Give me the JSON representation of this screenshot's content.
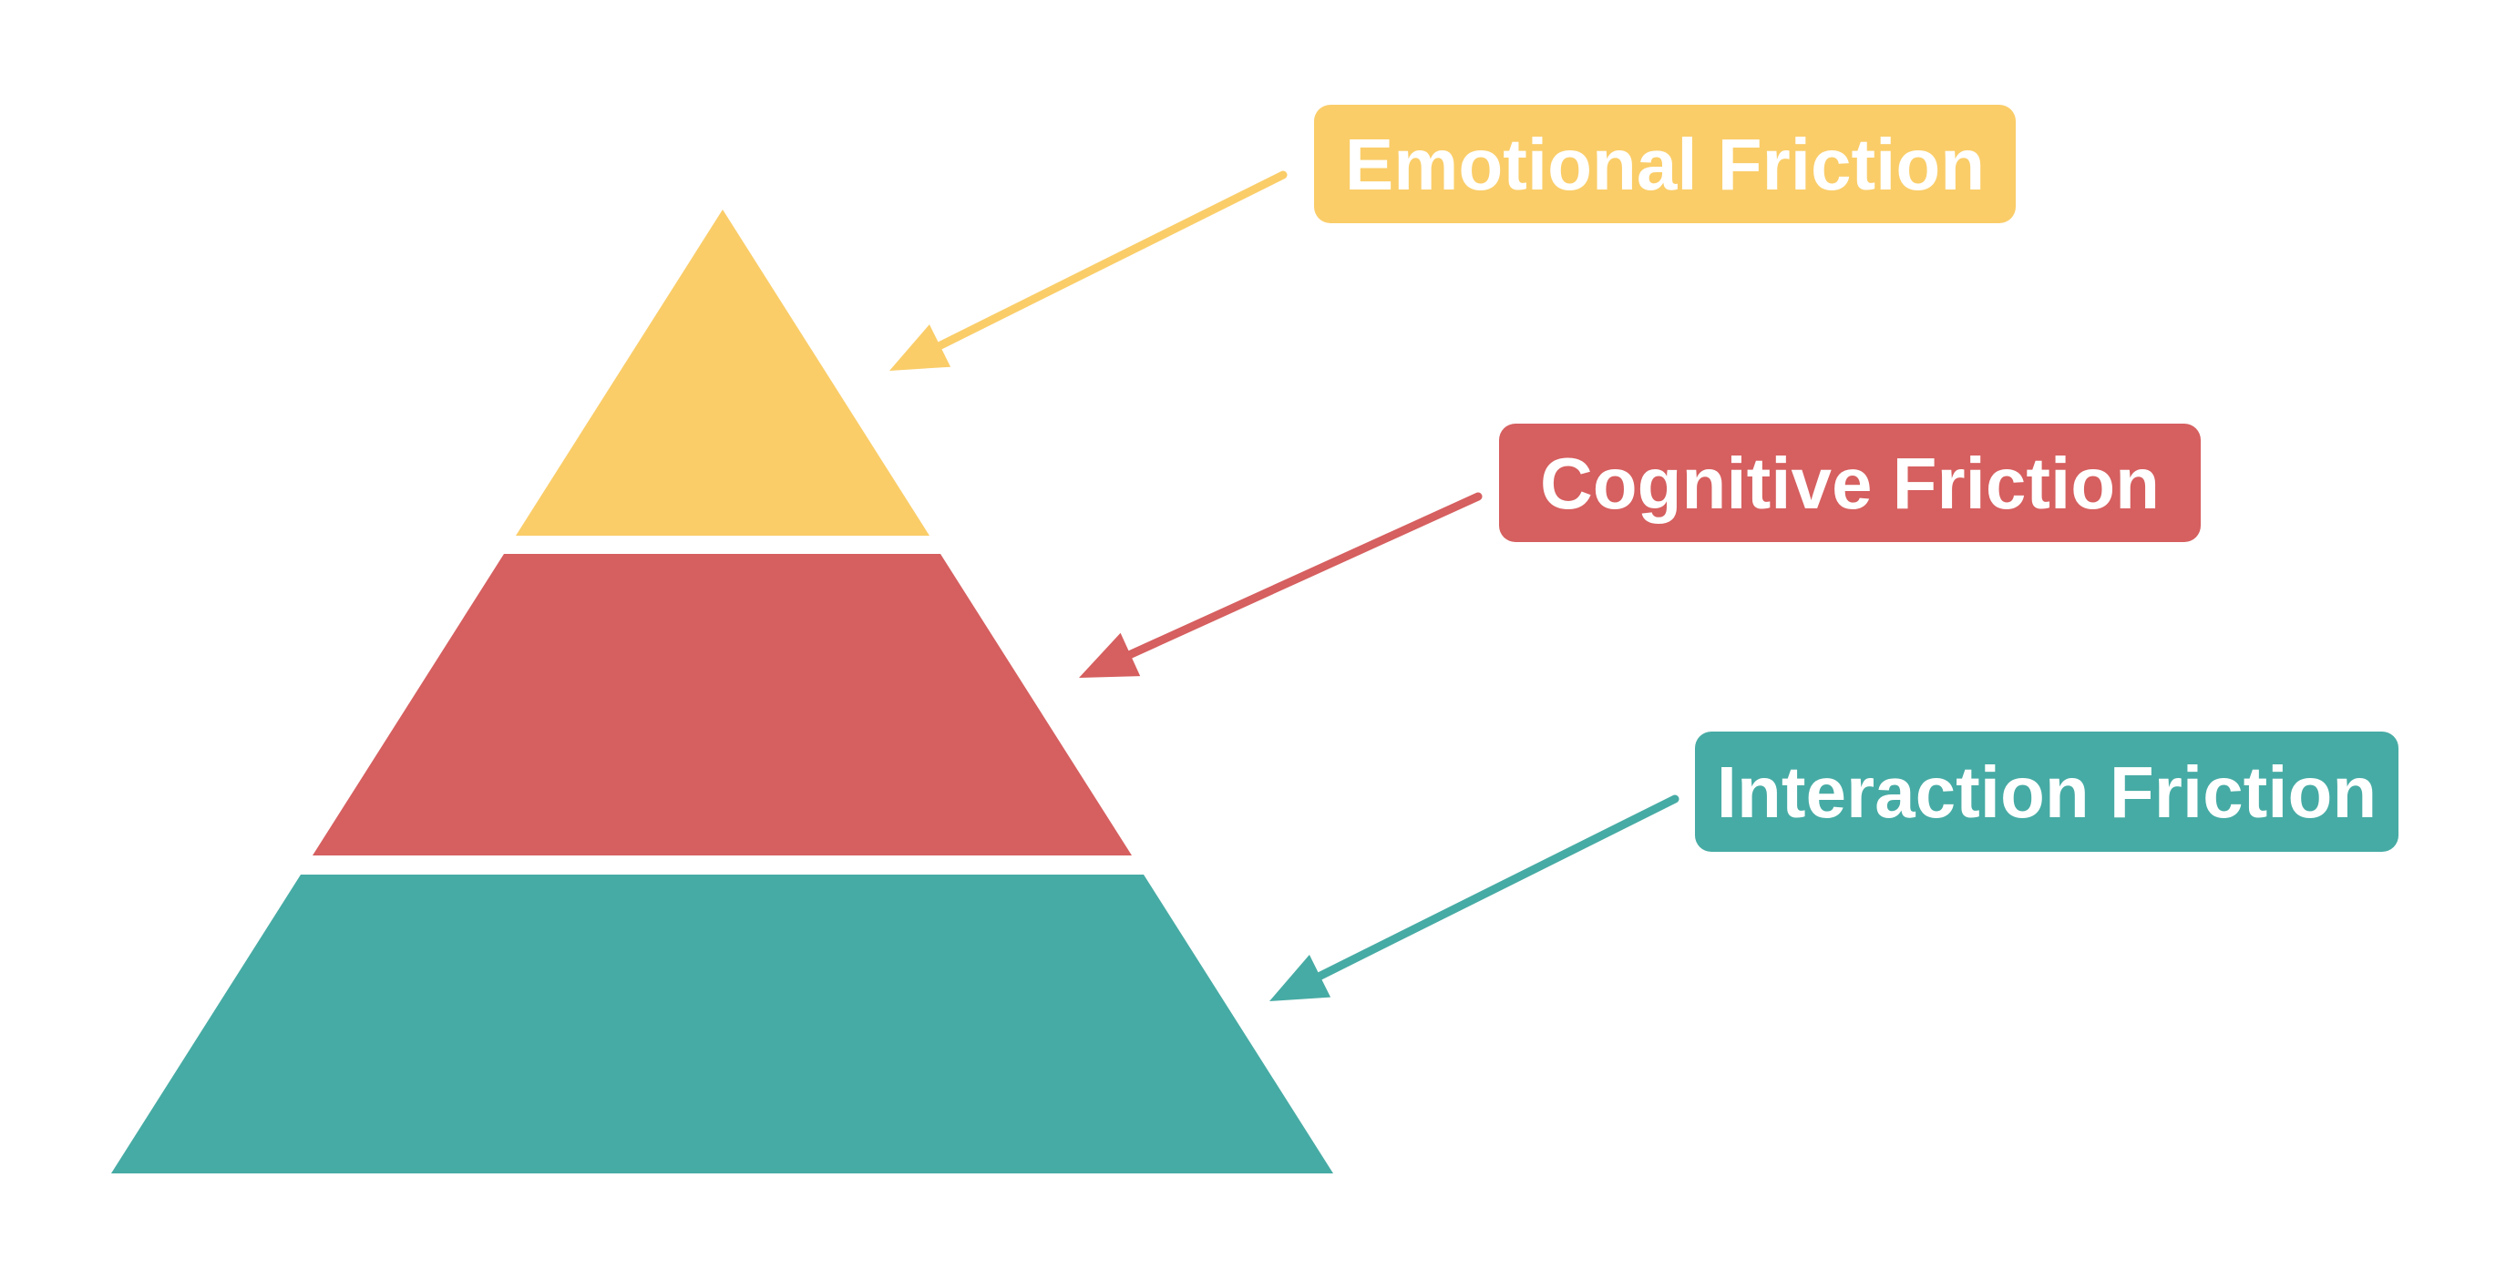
{
  "diagram": {
    "type": "pyramid",
    "background": "#ffffff",
    "text_color": "#ffffff",
    "layers": [
      {
        "id": "emotional",
        "label": "Emotional Friction",
        "color": "#FACD69",
        "position": "top"
      },
      {
        "id": "cognitive",
        "label": "Cognitive Friction",
        "color": "#D65F5F",
        "position": "middle"
      },
      {
        "id": "interaction",
        "label": "Interaction Friction",
        "color": "#46ABA4",
        "position": "bottom"
      }
    ]
  }
}
